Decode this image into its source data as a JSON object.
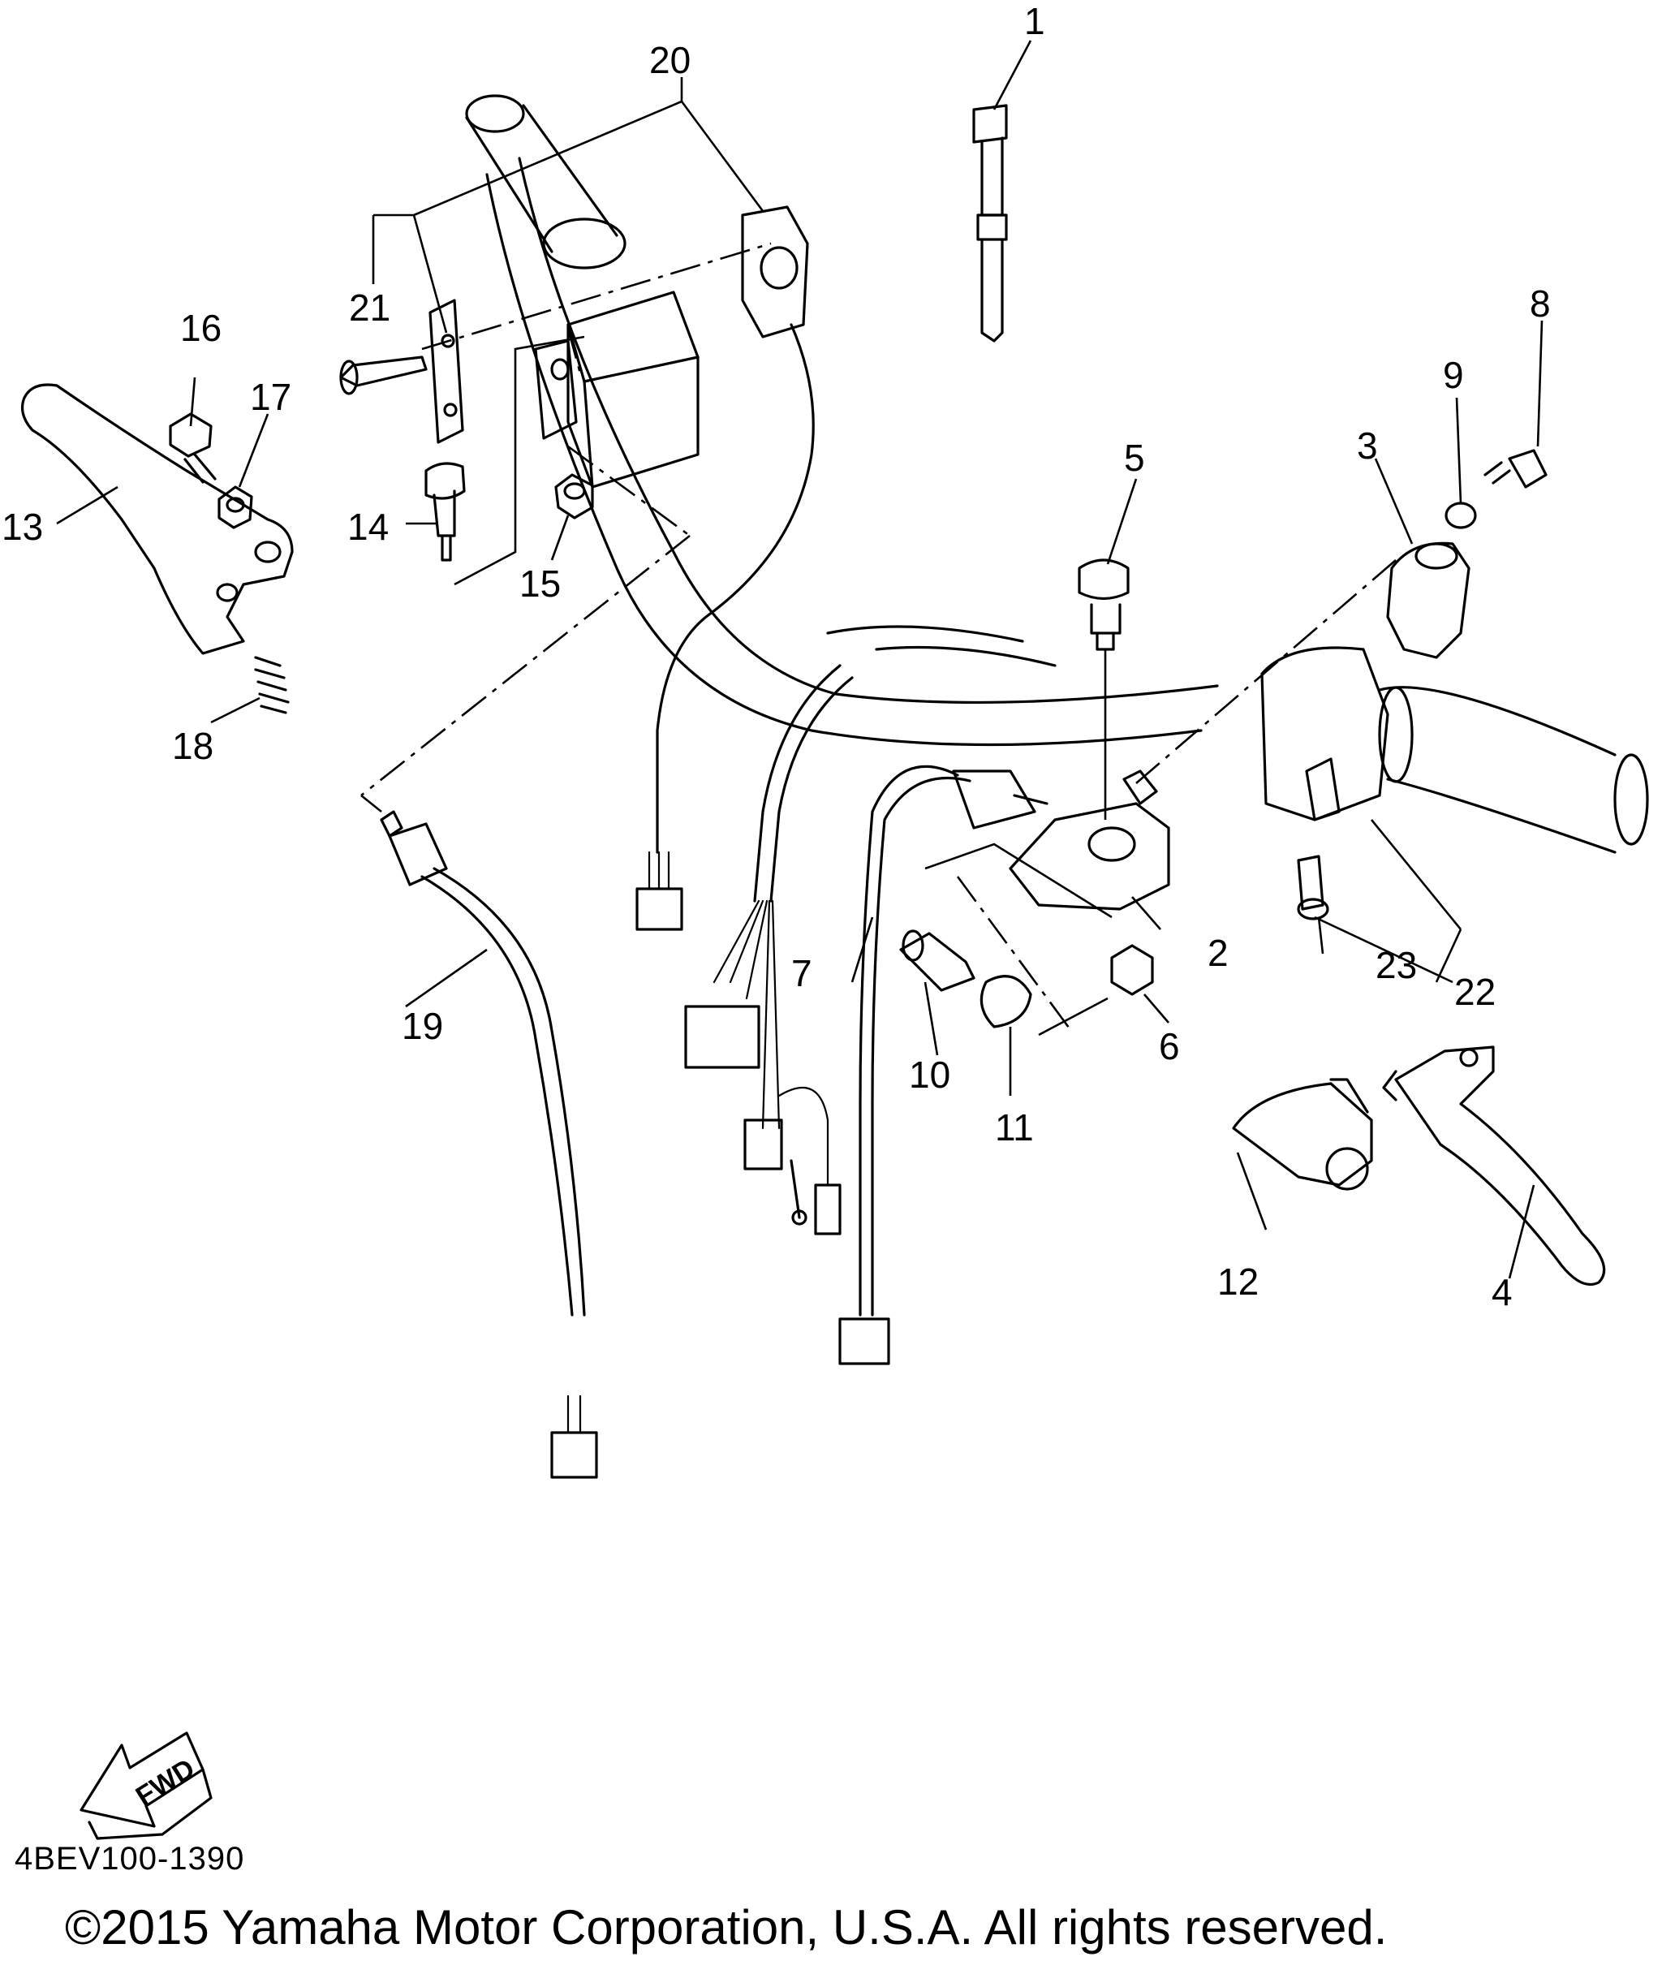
{
  "callouts": [
    "1",
    "2",
    "3",
    "4",
    "5",
    "6",
    "7",
    "8",
    "9",
    "10",
    "11",
    "12",
    "13",
    "14",
    "15",
    "16",
    "17",
    "18",
    "19",
    "20",
    "21",
    "22",
    "23"
  ],
  "direction_badge": "FWD",
  "part_number": "4BEV100-1390",
  "copyright": "©2015 Yamaha Motor Corporation, U.S.A. All rights reserved."
}
